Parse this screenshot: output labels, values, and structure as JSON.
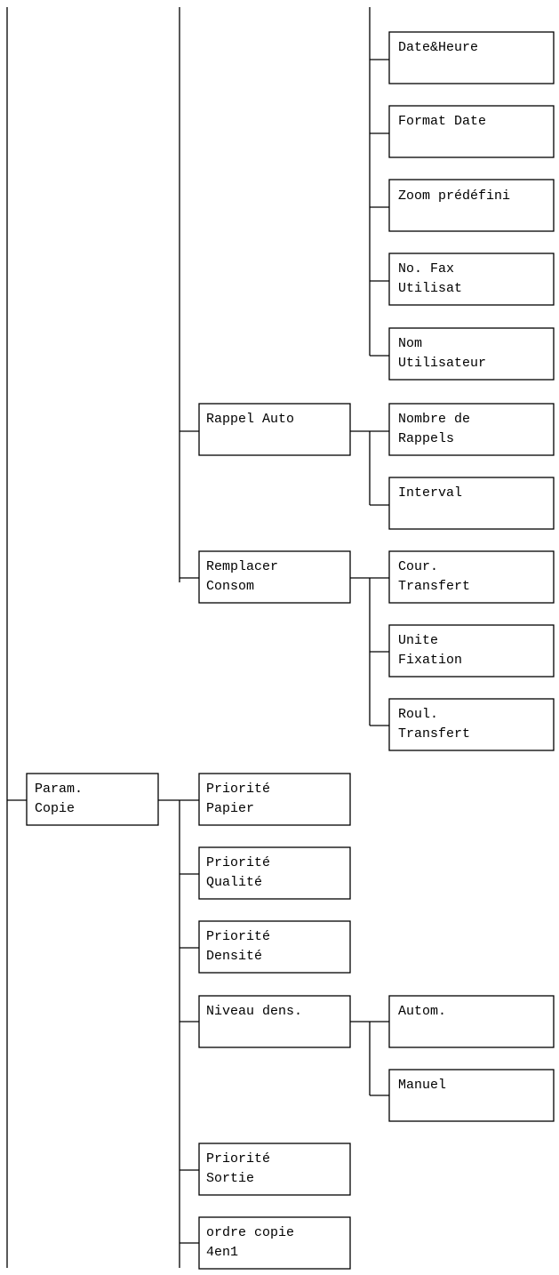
{
  "menu_tree": {
    "date_heure": "Date&Heure",
    "format_date": "Format Date",
    "zoom_predefini": "Zoom prédéfini",
    "no_fax_utilisat": [
      "No. Fax",
      "Utilisat"
    ],
    "nom_utilisateur": [
      "Nom",
      "Utilisateur"
    ],
    "rappel_auto": "Rappel Auto",
    "nombre_de_rappels": [
      "Nombre de",
      "Rappels"
    ],
    "interval": "Interval",
    "remplacer_consom": [
      "Remplacer",
      "Consom"
    ],
    "cour_transfert": [
      "Cour.",
      "Transfert"
    ],
    "unite_fixation": [
      "Unite",
      "Fixation"
    ],
    "roul_transfert": [
      "Roul.",
      "Transfert"
    ],
    "param_copie": [
      "Param.",
      "Copie"
    ],
    "priorite_papier": [
      "Priorité",
      "Papier"
    ],
    "priorite_qualite": [
      "Priorité",
      "Qualité"
    ],
    "priorite_densite": [
      "Priorité",
      "Densité"
    ],
    "niveau_dens": "Niveau dens.",
    "autom": "Autom.",
    "manuel": "Manuel",
    "priorite_sortie": [
      "Priorité",
      "Sortie"
    ],
    "ordre_copie_4en1": [
      "ordre copie",
      "4en1"
    ]
  }
}
